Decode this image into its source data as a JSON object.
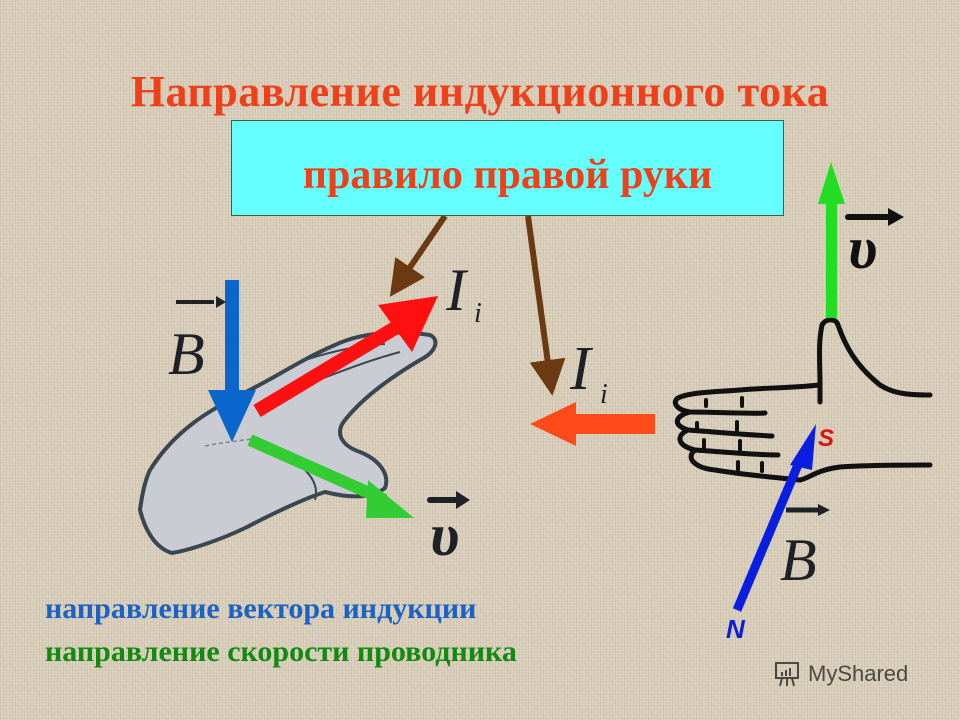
{
  "slide": {
    "title": "Направление индукционного тока",
    "rule_box": {
      "label": "правило правой руки",
      "background": "#66ffff",
      "text_color": "#f0401a"
    },
    "left_diagram": {
      "B_label": "B",
      "I_label": "I",
      "I_subscript": "i",
      "v_label": "υ",
      "arrows": {
        "B": {
          "color": "#0a66cc",
          "direction": "down"
        },
        "I": {
          "color": "#ff1010",
          "direction": "up-right"
        },
        "v": {
          "color": "#33cc33",
          "direction": "down-right"
        }
      }
    },
    "right_diagram": {
      "I_label": "I",
      "I_subscript": "i",
      "v_label": "υ",
      "B_label": "B",
      "pole_south": "S",
      "pole_north": "N",
      "arrows": {
        "I": {
          "color": "#ff4a1a",
          "direction": "left"
        },
        "v": {
          "color": "#22dd22",
          "direction": "up"
        },
        "B": {
          "color": "#0a1ee0",
          "direction": "up-right"
        }
      }
    },
    "pointer_color": "#6b3a12",
    "legend": [
      {
        "text": "направление вектора индукции",
        "color": "#1a63c4"
      },
      {
        "text": "направление скорости проводника",
        "color": "#128a12"
      }
    ],
    "watermark": "MyShared"
  }
}
